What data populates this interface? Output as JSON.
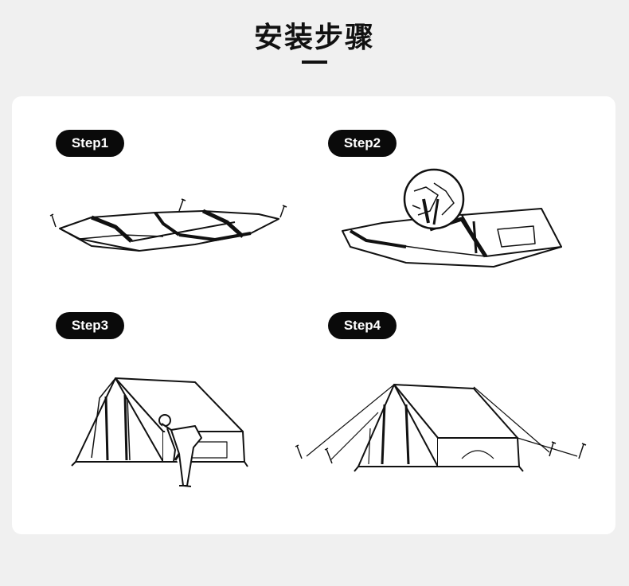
{
  "title": "安装步骤",
  "steps": [
    {
      "label": "Step1"
    },
    {
      "label": "Step2"
    },
    {
      "label": "Step3"
    },
    {
      "label": "Step4"
    }
  ]
}
